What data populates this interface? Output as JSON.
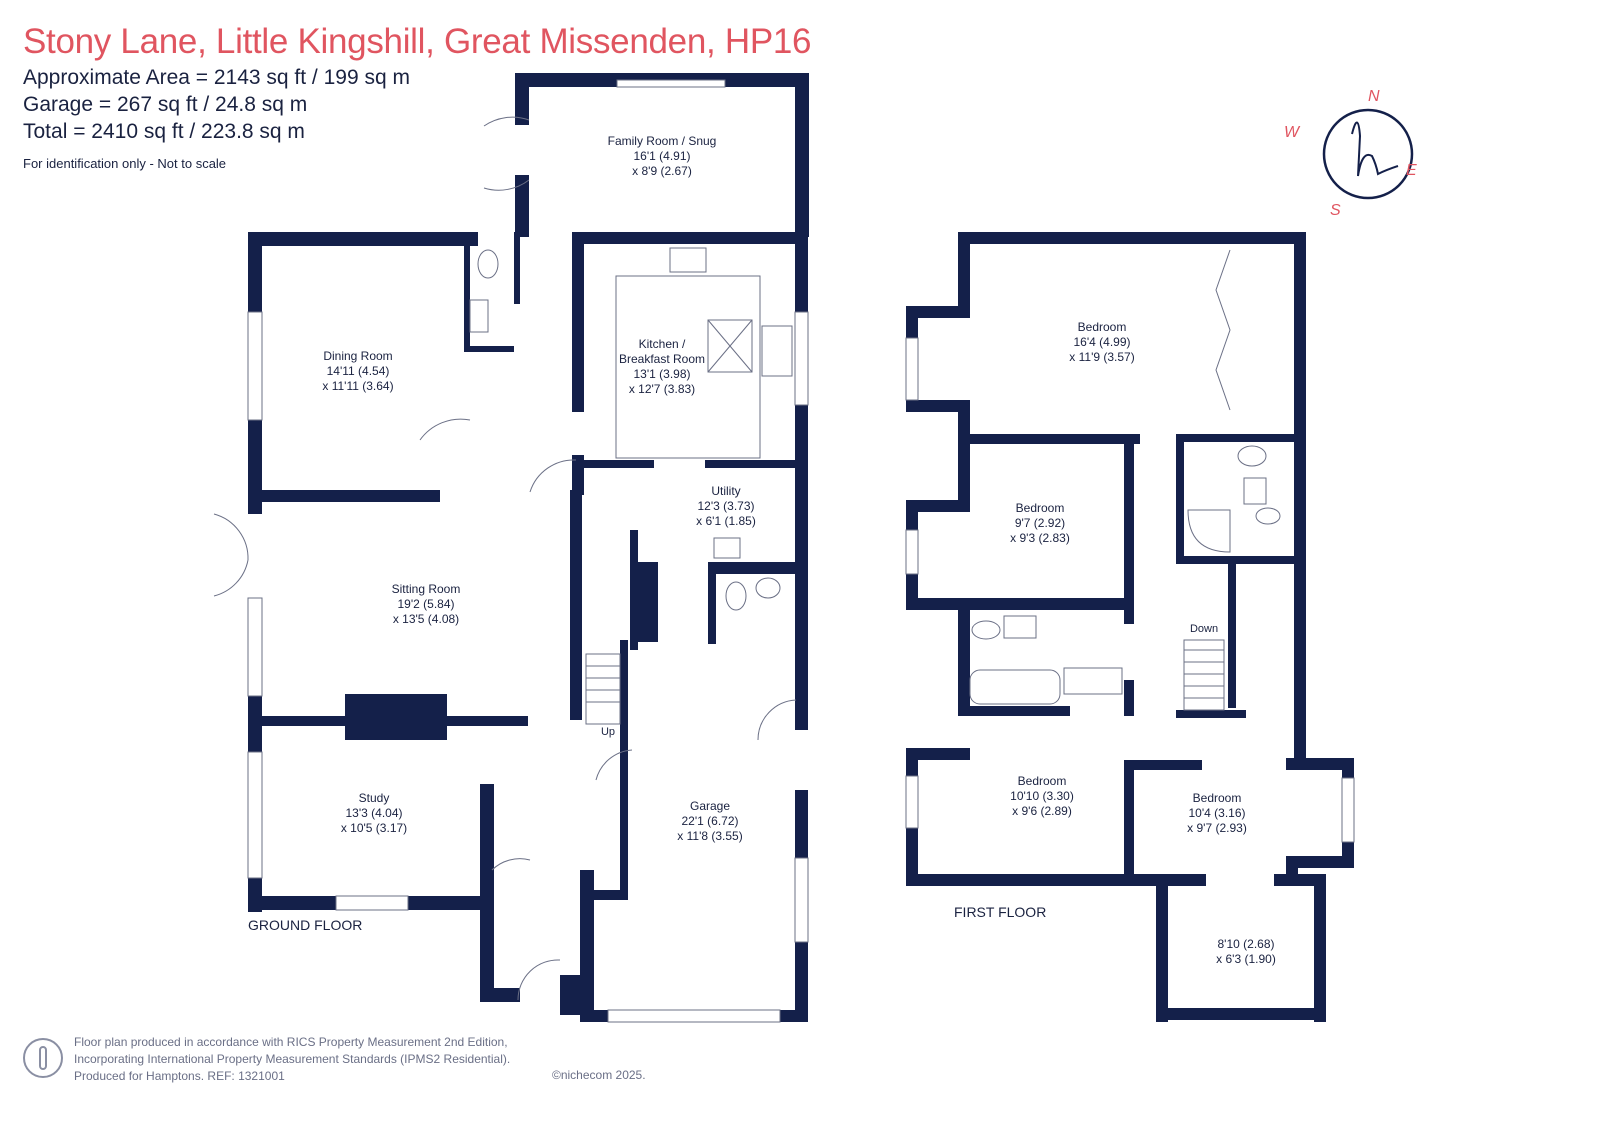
{
  "header": {
    "title": "Stony Lane, Little Kingshill, Great Missenden, HP16",
    "approx_area": "Approximate Area = 2143 sq ft / 199 sq m",
    "garage_area": "Garage = 267 sq ft / 24.8 sq m",
    "total_area": "Total = 2410 sq ft / 223.8 sq m",
    "note": "For identification only - Not to scale"
  },
  "compass": {
    "n": "N",
    "e": "E",
    "s": "S",
    "w": "W",
    "logo": "h"
  },
  "ground_floor": {
    "label": "GROUND FLOOR",
    "rooms": [
      {
        "name": "Family Room / Snug",
        "dim1": "16'1 (4.91)",
        "dim2": "x 8'9 (2.67)"
      },
      {
        "name": "Dining Room",
        "dim1": "14'11 (4.54)",
        "dim2": "x 11'11 (3.64)"
      },
      {
        "name": "Kitchen /",
        "name2": "Breakfast Room",
        "dim1": "13'1 (3.98)",
        "dim2": "x 12'7 (3.83)"
      },
      {
        "name": "Utility",
        "dim1": "12'3 (3.73)",
        "dim2": "x 6'1 (1.85)"
      },
      {
        "name": "Sitting Room",
        "dim1": "19'2 (5.84)",
        "dim2": "x 13'5 (4.08)"
      },
      {
        "name": "Study",
        "dim1": "13'3 (4.04)",
        "dim2": "x 10'5 (3.17)"
      },
      {
        "name": "Garage",
        "dim1": "22'1 (6.72)",
        "dim2": "x 11'8 (3.55)"
      }
    ],
    "stairs_label": "Up"
  },
  "first_floor": {
    "label": "FIRST FLOOR",
    "rooms": [
      {
        "name": "Bedroom",
        "dim1": "16'4 (4.99)",
        "dim2": "x 11'9 (3.57)"
      },
      {
        "name": "Bedroom",
        "dim1": "9'7 (2.92)",
        "dim2": "x 9'3 (2.83)"
      },
      {
        "name": "Bedroom",
        "dim1": "10'10 (3.30)",
        "dim2": "x 9'6 (2.89)"
      },
      {
        "name": "Bedroom",
        "dim1": "10'4 (3.16)",
        "dim2": "x 9'7 (2.93)"
      },
      {
        "name": "",
        "dim1": "8'10 (2.68)",
        "dim2": "x 6'3 (1.90)"
      }
    ],
    "stairs_label": "Down"
  },
  "footer": {
    "line1": "Floor plan produced in accordance with RICS Property Measurement 2nd Edition,",
    "line2": "Incorporating International Property Measurement Standards (IPMS2 Residential).",
    "line3": "Produced for Hamptons.   REF:  1321001",
    "copyright": "©nichecom 2025."
  },
  "colors": {
    "wall": "#14204a",
    "title": "#e05560",
    "fixture": "#6b7086"
  }
}
